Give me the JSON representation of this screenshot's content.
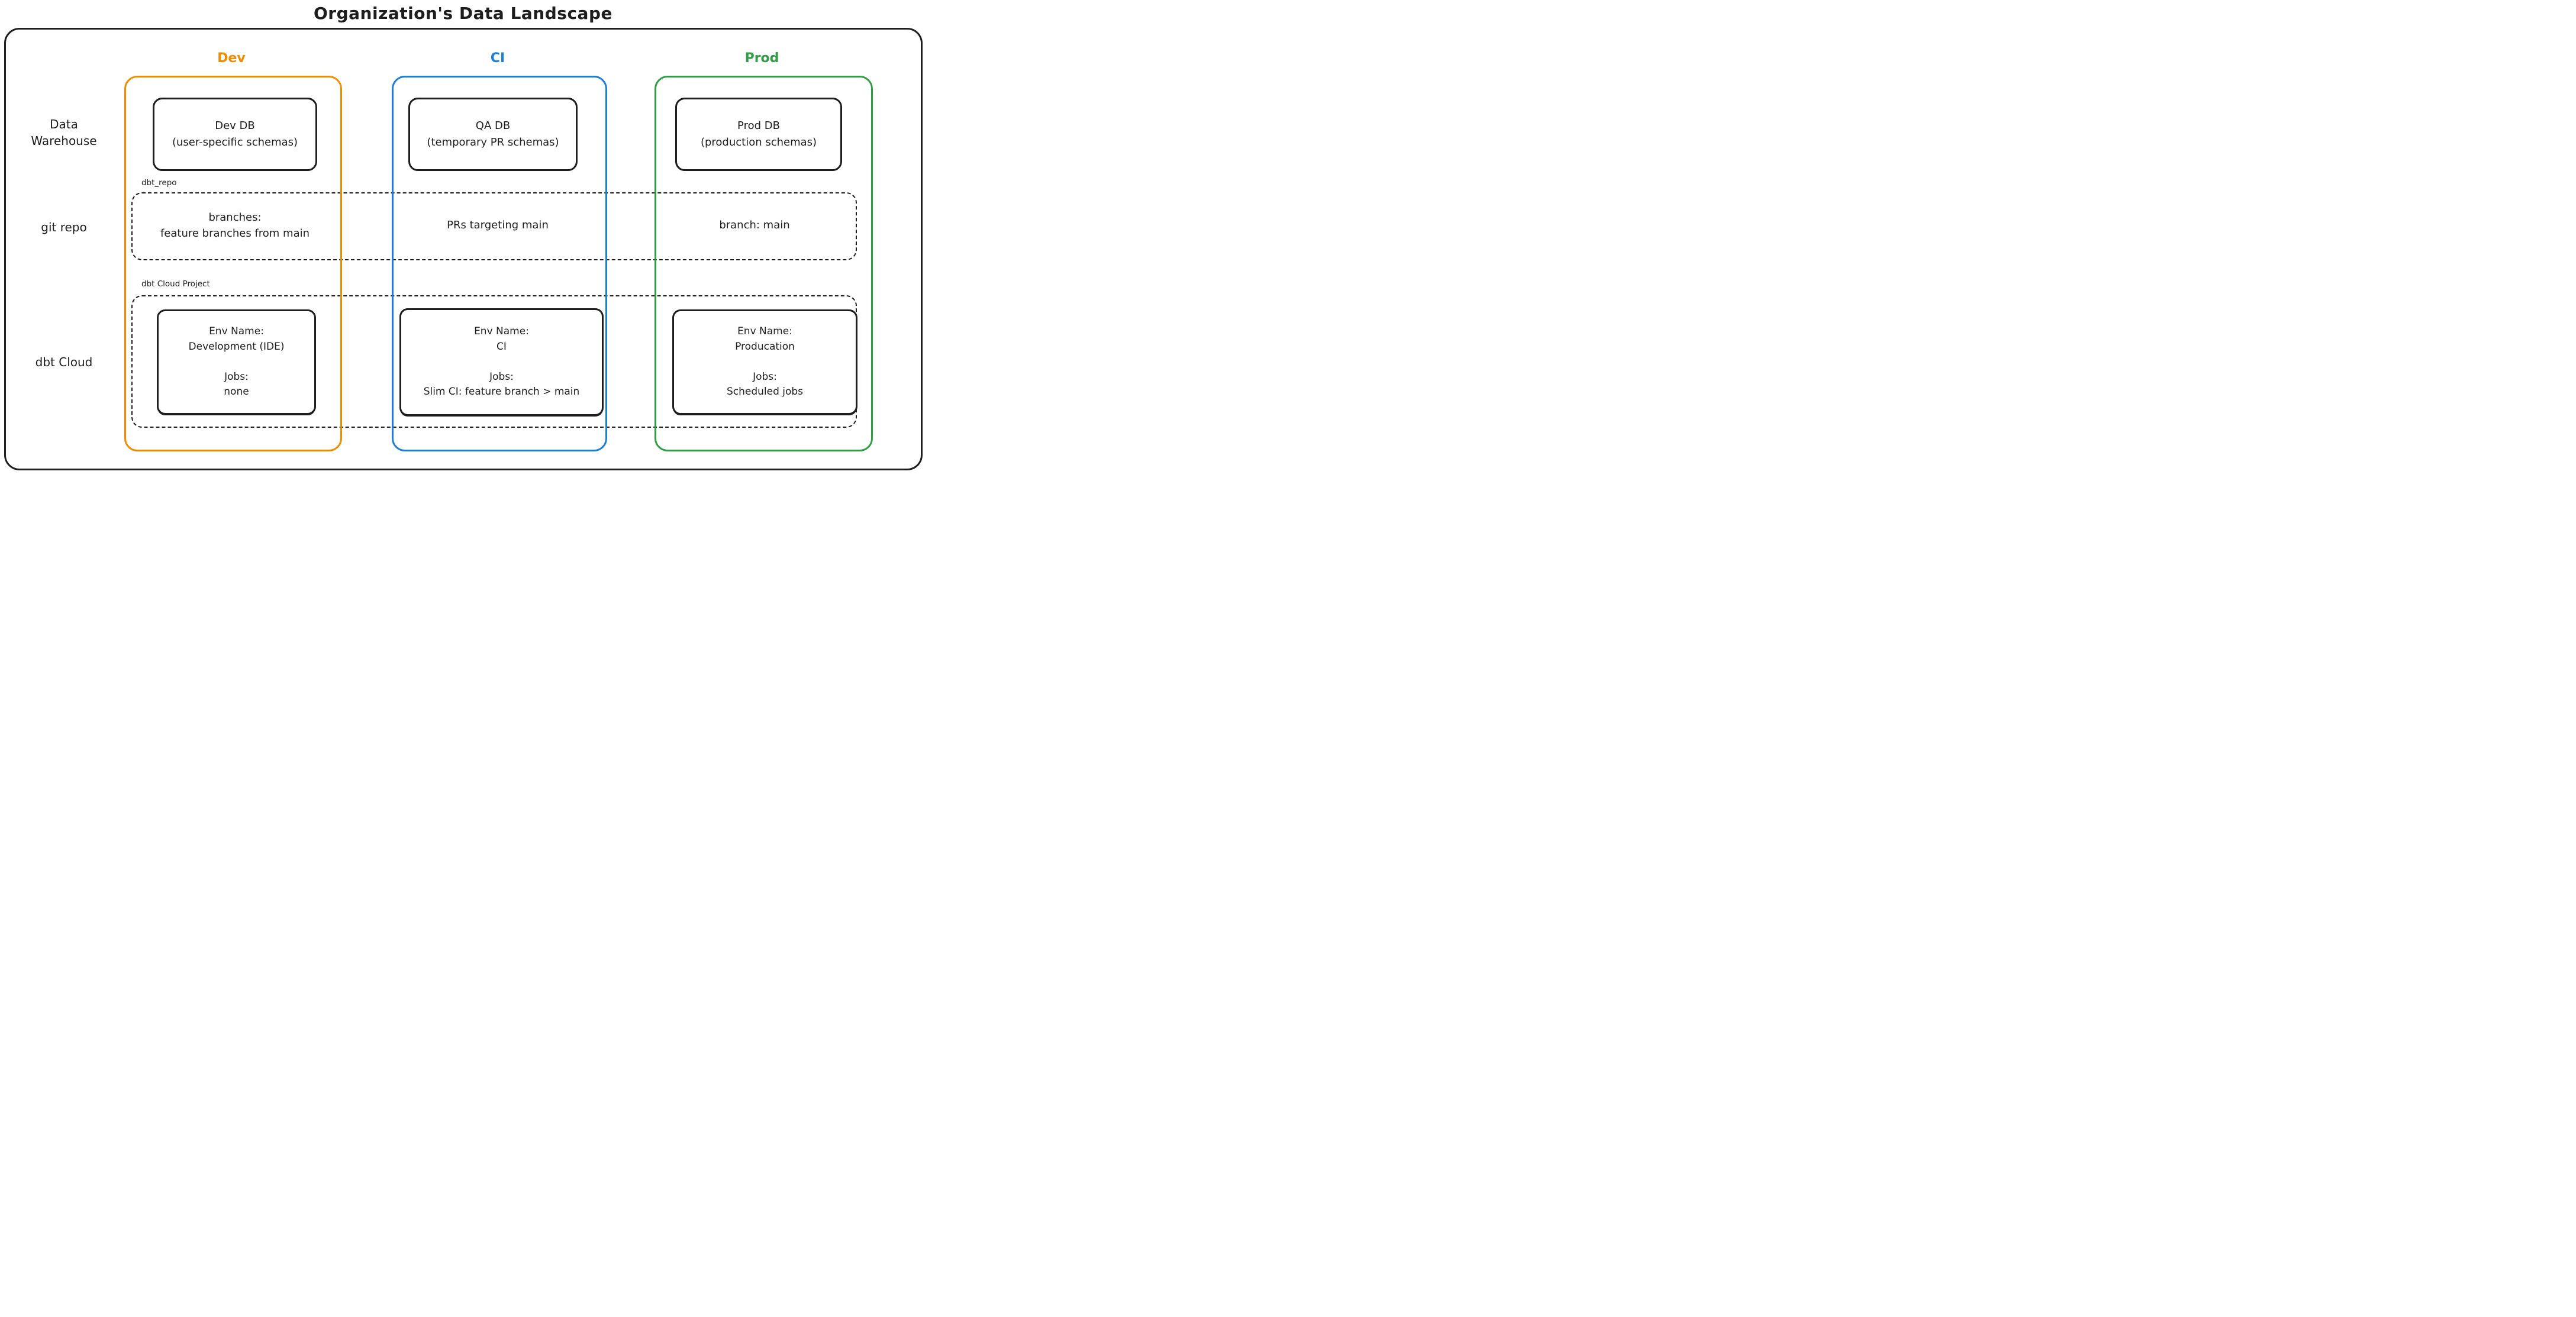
{
  "title": "Organization's Data Landscape",
  "ink_color": "#1e1e1e",
  "row_labels": {
    "data_warehouse": "Data\nWarehouse",
    "git_repo": "git repo",
    "dbt_cloud": "dbt Cloud"
  },
  "group_labels": {
    "dbt_repo": "dbt_repo",
    "dbt_cloud_project": "dbt Cloud Project"
  },
  "columns": {
    "dev": {
      "header": "Dev",
      "color": "#f08c00",
      "db_box": "Dev DB\n(user-specific schemas)",
      "git_text": "branches:\nfeature branches from main",
      "env_box": "Env Name:\nDevelopment (IDE)\n\nJobs:\nnone"
    },
    "ci": {
      "header": "CI",
      "color": "#1c7ed6",
      "db_box": "QA DB\n(temporary PR schemas)",
      "git_text": "PRs targeting main",
      "env_box": "Env Name:\nCI\n\nJobs:\nSlim CI: feature branch > main"
    },
    "prod": {
      "header": "Prod",
      "color": "#2f9e44",
      "db_box": "Prod DB\n(production schemas)",
      "git_text": "branch: main",
      "env_box": "Env Name:\nProducation\n\nJobs:\nScheduled jobs"
    }
  }
}
